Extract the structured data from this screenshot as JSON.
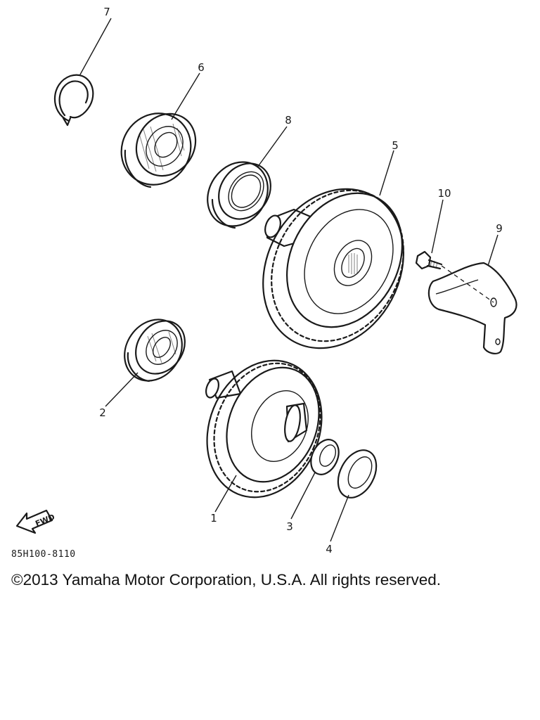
{
  "diagram": {
    "callouts": [
      {
        "id": "1",
        "label": "1"
      },
      {
        "id": "2",
        "label": "2"
      },
      {
        "id": "3",
        "label": "3"
      },
      {
        "id": "4",
        "label": "4"
      },
      {
        "id": "5",
        "label": "5"
      },
      {
        "id": "6",
        "label": "6"
      },
      {
        "id": "7",
        "label": "7"
      },
      {
        "id": "8",
        "label": "8"
      },
      {
        "id": "9",
        "label": "9"
      },
      {
        "id": "10",
        "label": "10"
      }
    ],
    "direction_marker": "FWD",
    "drawing_number": "85H100-8110"
  },
  "footer": {
    "copyright": "©2013 Yamaha Motor Corporation, U.S.A. All rights reserved."
  }
}
